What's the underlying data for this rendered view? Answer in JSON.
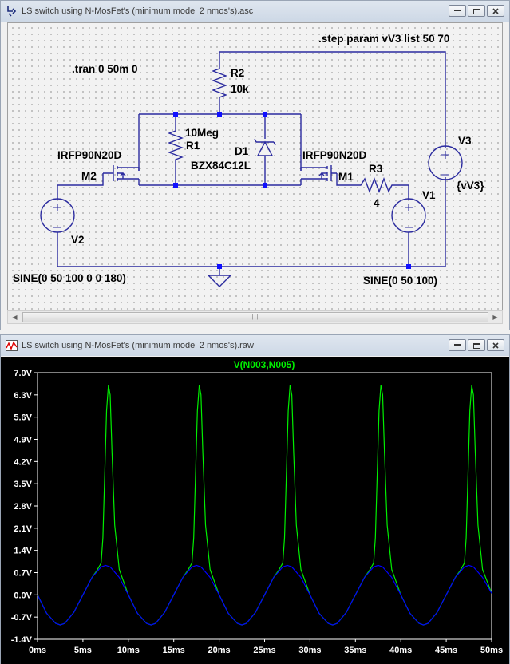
{
  "schematic_window": {
    "title": "LS switch using N-MosFet's (minimum model 2 nmos's).asc",
    "directives": {
      "step": ".step param vV3 list 50 70",
      "tran": ".tran 0 50m 0"
    },
    "components": {
      "r2_name": "R2",
      "r2_value": "10k",
      "r1_value": "10Meg",
      "r1_name": "R1",
      "d1_name": "D1",
      "d1_value": "BZX84C12L",
      "m2_model": "IRFP90N20D",
      "m2_name": "M2",
      "m1_model": "IRFP90N20D",
      "m1_name": "M1",
      "r3_name": "R3",
      "r3_value": "4",
      "v1_name": "V1",
      "v2_name": "V2",
      "v3_name": "V3",
      "v3_value": "{vV3}",
      "v2_source": "SINE(0 50 100 0 0 180)",
      "v1_source": "SINE(0 50 100)"
    }
  },
  "waveform_window": {
    "title": "LS switch using N-MosFet's (minimum model 2 nmos's).raw"
  },
  "chart_data": {
    "type": "line",
    "title": "V(N003,N005)",
    "xlabel": "",
    "ylabel": "",
    "xlim": [
      0,
      50
    ],
    "x_unit": "ms",
    "ylim": [
      -1.4,
      7.0
    ],
    "y_unit": "V",
    "x_ticks": [
      "0ms",
      "5ms",
      "10ms",
      "15ms",
      "20ms",
      "25ms",
      "30ms",
      "35ms",
      "40ms",
      "45ms",
      "50ms"
    ],
    "y_ticks": [
      "7.0V",
      "6.3V",
      "5.6V",
      "4.9V",
      "4.2V",
      "3.5V",
      "2.8V",
      "2.1V",
      "1.4V",
      "0.7V",
      "0.0V",
      "-0.7V",
      "-1.4V"
    ],
    "grid": false,
    "series": [
      {
        "color": "#00ee00",
        "x": [
          0,
          1,
          2,
          2.5,
          3,
          4,
          5,
          6,
          6.5,
          7,
          7.2,
          7.4,
          7.6,
          7.8,
          8,
          8.2,
          8.5,
          9,
          10,
          11,
          12,
          12.5,
          13,
          14,
          15,
          16,
          16.5,
          17,
          17.2,
          17.4,
          17.6,
          17.8,
          18,
          18.2,
          18.5,
          19,
          20,
          21,
          22,
          22.5,
          23,
          24,
          25,
          26,
          26.5,
          27,
          27.2,
          27.4,
          27.6,
          27.8,
          28,
          28.2,
          28.5,
          29,
          30,
          31,
          32,
          32.5,
          33,
          34,
          35,
          36,
          36.5,
          37,
          37.2,
          37.4,
          37.6,
          37.8,
          38,
          38.2,
          38.5,
          39,
          40,
          41,
          42,
          42.5,
          43,
          44,
          45,
          46,
          46.5,
          47,
          47.2,
          47.4,
          47.6,
          47.8,
          48,
          48.2,
          48.5,
          49,
          50
        ],
        "y": [
          0,
          -0.58,
          -0.9,
          -0.95,
          -0.9,
          -0.55,
          0,
          0.55,
          0.75,
          1.0,
          1.8,
          3.8,
          5.8,
          6.6,
          6.3,
          4.5,
          2.2,
          0.8,
          0,
          -0.58,
          -0.9,
          -0.95,
          -0.9,
          -0.55,
          0,
          0.55,
          0.75,
          1.0,
          1.8,
          3.8,
          5.8,
          6.6,
          6.3,
          4.5,
          2.2,
          0.8,
          0,
          -0.58,
          -0.9,
          -0.95,
          -0.9,
          -0.55,
          0,
          0.55,
          0.75,
          1.0,
          1.8,
          3.8,
          5.8,
          6.6,
          6.3,
          4.5,
          2.2,
          0.8,
          0,
          -0.58,
          -0.9,
          -0.95,
          -0.9,
          -0.55,
          0,
          0.55,
          0.75,
          1.0,
          1.8,
          3.8,
          5.8,
          6.6,
          6.3,
          4.5,
          2.2,
          0.8,
          0,
          -0.58,
          -0.9,
          -0.95,
          -0.9,
          -0.55,
          0,
          0.55,
          0.75,
          1.0,
          1.8,
          3.8,
          5.8,
          6.6,
          6.3,
          4.5,
          2.2,
          0.8,
          0.05
        ]
      },
      {
        "color": "#0000ff",
        "x": [
          0,
          1,
          2,
          2.5,
          3,
          4,
          5,
          6,
          7,
          7.5,
          8,
          9,
          10,
          11,
          12,
          12.5,
          13,
          14,
          15,
          16,
          17,
          17.5,
          18,
          19,
          20,
          21,
          22,
          22.5,
          23,
          24,
          25,
          26,
          27,
          27.5,
          28,
          29,
          30,
          31,
          32,
          32.5,
          33,
          34,
          35,
          36,
          37,
          37.5,
          38,
          39,
          40,
          41,
          42,
          42.5,
          43,
          44,
          45,
          46,
          47,
          47.5,
          48,
          49,
          50
        ],
        "y": [
          0,
          -0.58,
          -0.9,
          -0.95,
          -0.9,
          -0.55,
          0,
          0.55,
          0.88,
          0.93,
          0.88,
          0.55,
          0,
          -0.58,
          -0.9,
          -0.95,
          -0.9,
          -0.55,
          0,
          0.55,
          0.88,
          0.93,
          0.88,
          0.55,
          0,
          -0.58,
          -0.9,
          -0.95,
          -0.9,
          -0.55,
          0,
          0.55,
          0.88,
          0.93,
          0.88,
          0.55,
          0,
          -0.58,
          -0.9,
          -0.95,
          -0.9,
          -0.55,
          0,
          0.55,
          0.88,
          0.93,
          0.88,
          0.55,
          0,
          -0.58,
          -0.9,
          -0.95,
          -0.9,
          -0.55,
          0,
          0.55,
          0.88,
          0.93,
          0.88,
          0.55,
          0.05
        ]
      }
    ]
  }
}
